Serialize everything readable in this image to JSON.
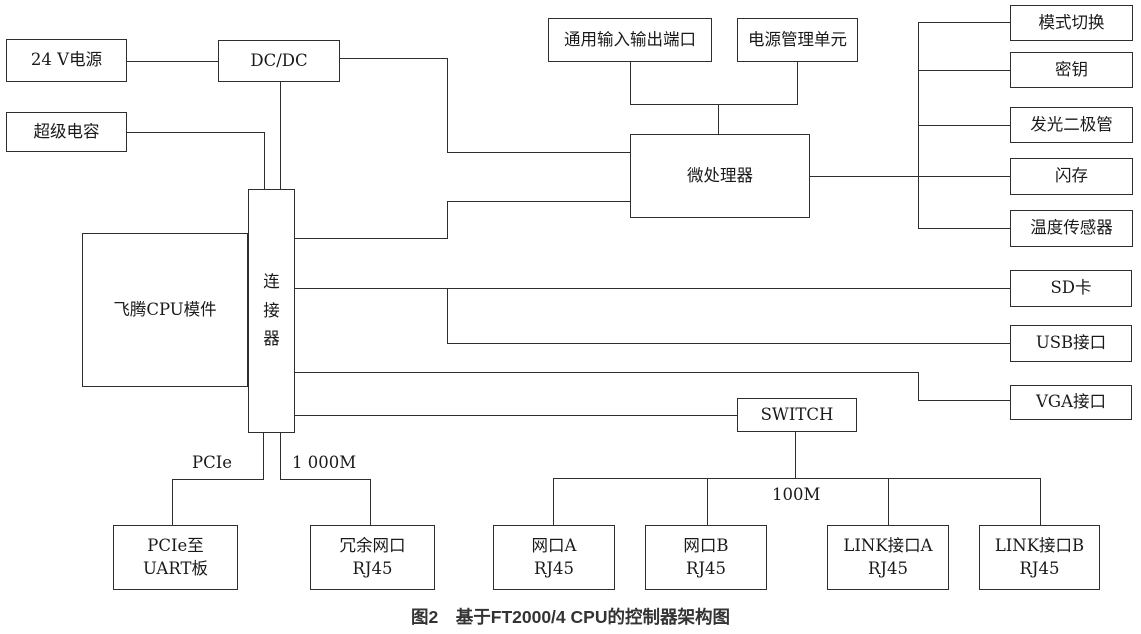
{
  "figure": {
    "caption": "图2　基于FT2000/4 CPU的控制器架构图",
    "nodes": {
      "power24v": "24 V电源",
      "dcdc": "DC/DC",
      "supercap": "超级电容",
      "gpio": "通用输入输出端口",
      "pmu": "电源管理单元",
      "mcu": "微处理器",
      "ft_cpu": "飞腾CPU模件",
      "connector": "连\n接\n器",
      "mode_switch": "模式切换",
      "secret_key": "密钥",
      "led": "发光二极管",
      "flash": "闪存",
      "temp_sensor": "温度传感器",
      "sd_card": "SD卡",
      "usb": "USB接口",
      "vga": "VGA接口",
      "switch": "SWITCH",
      "pcie_uart": "PCIe至\nUART板",
      "redundant_port": "冗余网口\nRJ45",
      "port_a": "网口A\nRJ45",
      "port_b": "网口B\nRJ45",
      "link_a": "LINK接口A\nRJ45",
      "link_b": "LINK接口B\nRJ45"
    },
    "edge_labels": {
      "pcie": "PCIe",
      "gigabit": "1 000M",
      "fast_ethernet": "100M"
    }
  }
}
